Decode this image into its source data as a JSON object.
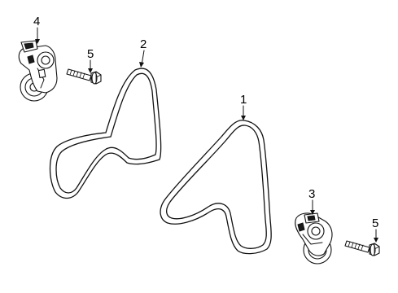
{
  "callouts": {
    "belt_front": "1",
    "belt_rear": "2",
    "tensioner_right": "3",
    "tensioner_left": "4",
    "bolt_left": "5",
    "bolt_right": "5"
  },
  "colors": {
    "line": "#111111",
    "background": "#ffffff"
  }
}
